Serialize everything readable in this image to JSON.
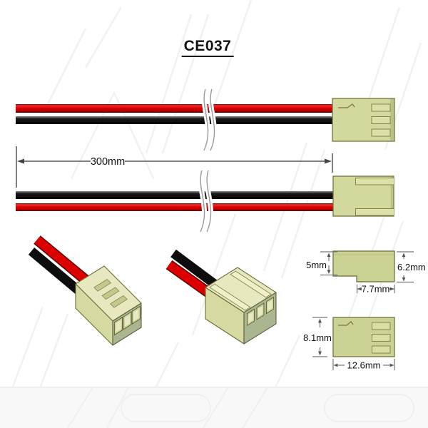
{
  "title": "CE037",
  "drawing": {
    "cable": {
      "length_label": "300mm",
      "wire_top_assembly": [
        "red",
        "black"
      ],
      "wire_bottom_assembly": [
        "black",
        "red"
      ]
    },
    "side_view": {
      "left_height_label": "5mm",
      "right_height_label": "6.2mm",
      "step_width_label": "7.7mm"
    },
    "top_view": {
      "height_label": "8.1mm",
      "width_label": "12.6mm"
    }
  },
  "colors": {
    "wire_red": "#dd0000",
    "wire_black": "#0d0d0d",
    "connector_body": "#d3d89c",
    "connector_top_face": "#e7e8c0",
    "connector_front_face": "#a9b68f",
    "connector_outline": "#6b6b35",
    "dimension_line": "#555555",
    "watermark": "#f1f1f1"
  }
}
